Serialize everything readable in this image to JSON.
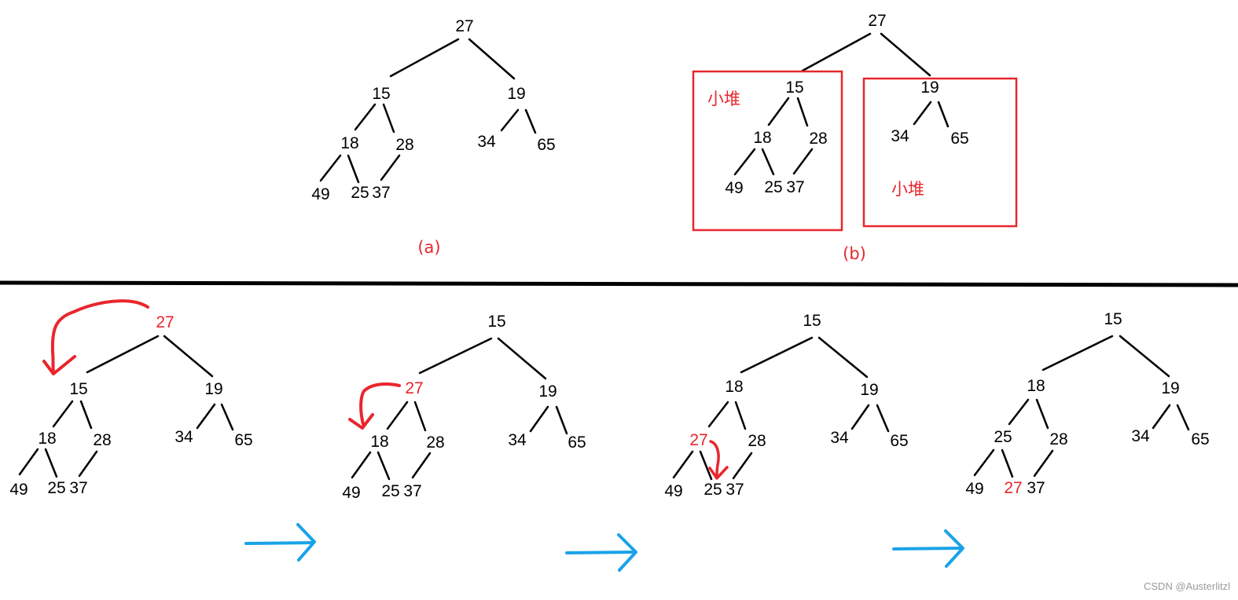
{
  "colors": {
    "line": "#000000",
    "highlight": "#e8262d",
    "box": "#e8262d",
    "arrow": "#1aa3e8",
    "watermark": "#9a9a9a"
  },
  "panel_a": {
    "caption": "(a)",
    "nodes": [
      "27",
      "15",
      "19",
      "18",
      "28",
      "34",
      "65",
      "49",
      "25",
      "37"
    ]
  },
  "panel_b": {
    "caption": "(b)",
    "box_labels": [
      "小堆",
      "小堆"
    ],
    "nodes": [
      "27",
      "15",
      "19",
      "18",
      "28",
      "34",
      "65",
      "49",
      "25",
      "37"
    ]
  },
  "steps": [
    {
      "nodes": [
        "27",
        "15",
        "19",
        "18",
        "28",
        "34",
        "65",
        "49",
        "25",
        "37"
      ],
      "highlight": "27"
    },
    {
      "nodes": [
        "15",
        "27",
        "19",
        "18",
        "28",
        "34",
        "65",
        "49",
        "25",
        "37"
      ],
      "highlight": "27"
    },
    {
      "nodes": [
        "15",
        "18",
        "19",
        "27",
        "28",
        "34",
        "65",
        "49",
        "25",
        "37"
      ],
      "highlight": "27"
    },
    {
      "nodes": [
        "15",
        "18",
        "19",
        "25",
        "28",
        "34",
        "65",
        "49",
        "27",
        "37"
      ],
      "highlight": "27"
    }
  ],
  "step_arrow_icon": "right-arrow-icon",
  "swap_arrow_icon": "curved-swap-arrow-icon",
  "watermark": "CSDN @Austerlitzl"
}
